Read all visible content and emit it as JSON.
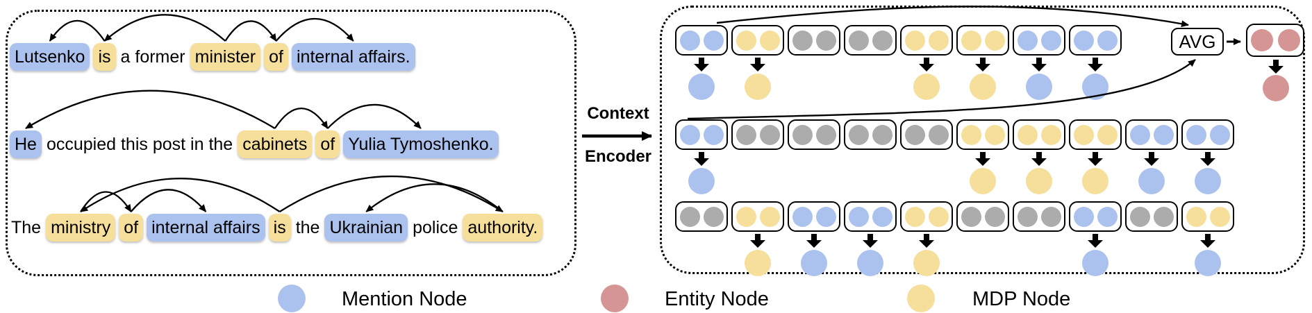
{
  "figure": {
    "context_encoder": {
      "line1": "Context",
      "line2": "Encoder"
    },
    "avg_label": "AVG",
    "colors": {
      "mention_blue": "#ACC2EE",
      "mdp_yellow": "#F6DE9B",
      "other_gray": "#ACACAC",
      "entity_red": "#D69595",
      "line_black": "#000000"
    },
    "left_panel": {
      "sentences": [
        {
          "tokens": [
            {
              "text": "Lutsenko",
              "type": "mention"
            },
            {
              "text": "is",
              "type": "mdp"
            },
            {
              "text": "a former",
              "type": "plain"
            },
            {
              "text": "minister",
              "type": "mdp"
            },
            {
              "text": "of",
              "type": "mdp"
            },
            {
              "text": "internal affairs.",
              "type": "mention"
            }
          ],
          "arcs": [
            {
              "from": 1,
              "to": 0
            },
            {
              "from": 3,
              "to": 1
            },
            {
              "from": 3,
              "to": 4
            },
            {
              "from": 4,
              "to": 5
            }
          ]
        },
        {
          "tokens": [
            {
              "text": "He",
              "type": "mention"
            },
            {
              "text": "occupied this post in the",
              "type": "plain"
            },
            {
              "text": "cabinets",
              "type": "mdp"
            },
            {
              "text": "of",
              "type": "mdp"
            },
            {
              "text": "Yulia Tymoshenko.",
              "type": "mention"
            }
          ],
          "arcs": [
            {
              "from": 2,
              "to": 0
            },
            {
              "from": 2,
              "to": 3
            },
            {
              "from": 3,
              "to": 4
            }
          ]
        },
        {
          "tokens": [
            {
              "text": "The",
              "type": "plain"
            },
            {
              "text": "ministry",
              "type": "mdp"
            },
            {
              "text": "of",
              "type": "mdp"
            },
            {
              "text": "internal affairs",
              "type": "mention"
            },
            {
              "text": "is",
              "type": "mdp"
            },
            {
              "text": "the",
              "type": "plain"
            },
            {
              "text": "Ukrainian",
              "type": "mention"
            },
            {
              "text": "police",
              "type": "plain"
            },
            {
              "text": "authority.",
              "type": "mdp"
            }
          ],
          "arcs": [
            {
              "from": 4,
              "to": 1
            },
            {
              "from": 1,
              "to": 2
            },
            {
              "from": 2,
              "to": 3
            },
            {
              "from": 4,
              "to": 8
            },
            {
              "from": 8,
              "to": 6
            }
          ]
        }
      ]
    },
    "right_panel": {
      "rows": [
        {
          "tokens": [
            "mention",
            "mdp",
            "other",
            "other",
            "mdp",
            "mdp",
            "mention",
            "mention"
          ],
          "nodes": [
            {
              "index": 0,
              "color": "mention"
            },
            {
              "index": 1,
              "color": "mdp"
            },
            {
              "index": 4,
              "color": "mdp"
            },
            {
              "index": 5,
              "color": "mdp"
            },
            {
              "index": 6,
              "color": "mention"
            },
            {
              "index": 7,
              "color": "mention"
            }
          ]
        },
        {
          "tokens": [
            "mention",
            "other",
            "other",
            "other",
            "other",
            "mdp",
            "mdp",
            "mdp",
            "mention",
            "mention"
          ],
          "nodes": [
            {
              "index": 0,
              "color": "mention"
            },
            {
              "index": 5,
              "color": "mdp"
            },
            {
              "index": 6,
              "color": "mdp"
            },
            {
              "index": 7,
              "color": "mdp"
            },
            {
              "index": 8,
              "color": "mention"
            },
            {
              "index": 9,
              "color": "mention"
            }
          ]
        },
        {
          "tokens": [
            "other",
            "mdp",
            "mention",
            "mention",
            "mdp",
            "other",
            "other",
            "mention",
            "other",
            "mdp"
          ],
          "nodes": [
            {
              "index": 1,
              "color": "mdp"
            },
            {
              "index": 2,
              "color": "mention"
            },
            {
              "index": 3,
              "color": "mention"
            },
            {
              "index": 4,
              "color": "mdp"
            },
            {
              "index": 7,
              "color": "mention"
            },
            {
              "index": 9,
              "color": "mention"
            }
          ]
        }
      ],
      "entity_dots": [
        "entity",
        "entity"
      ],
      "entity_node_color": "entity"
    },
    "legend": [
      {
        "color": "mention",
        "label": "Mention Node"
      },
      {
        "color": "entity",
        "label": "Entity Node"
      },
      {
        "color": "mdp",
        "label": "MDP Node"
      }
    ]
  }
}
